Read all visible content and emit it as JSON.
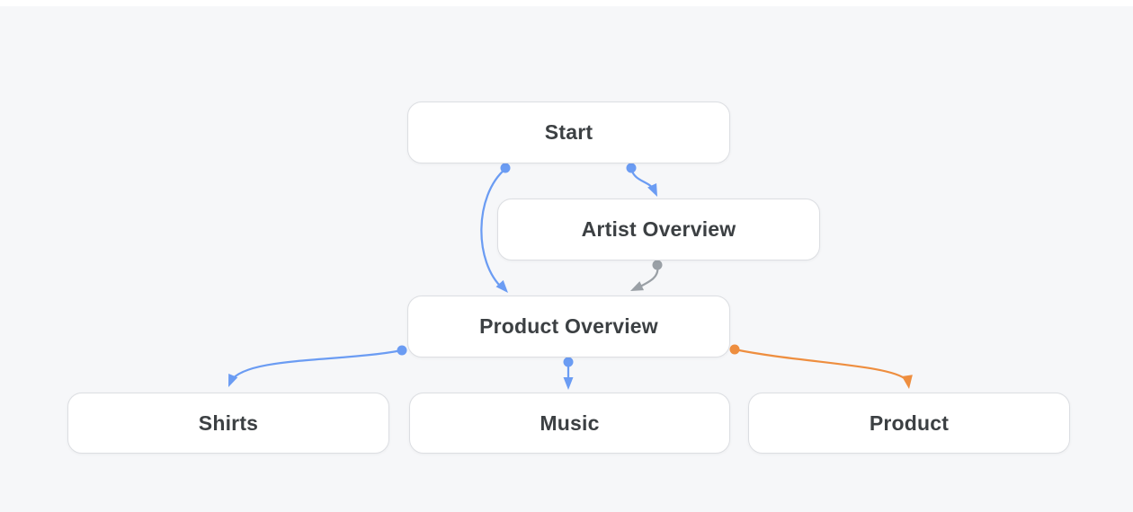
{
  "canvas": {
    "background": "#F6F7F9",
    "top_strip": "#FFFFFF"
  },
  "colors": {
    "edge_blue": "#6B9CF3",
    "edge_gray": "#9AA0A6",
    "edge_orange": "#EE8E3F",
    "node_border": "#DCDEE2",
    "node_background": "#FFFFFF",
    "node_text": "#3C4043"
  },
  "nodes": {
    "start": {
      "label": "Start"
    },
    "artist_overview": {
      "label": "Artist Overview"
    },
    "product_overview": {
      "label": "Product Overview"
    },
    "shirts": {
      "label": "Shirts"
    },
    "music": {
      "label": "Music"
    },
    "product": {
      "label": "Product"
    }
  },
  "edges": [
    {
      "from": "Start",
      "to": "Product Overview",
      "color": "blue",
      "hex": "#6B9CF3"
    },
    {
      "from": "Start",
      "to": "Artist Overview",
      "color": "blue",
      "hex": "#6B9CF3"
    },
    {
      "from": "Artist Overview",
      "to": "Product Overview",
      "color": "gray",
      "hex": "#9AA0A6"
    },
    {
      "from": "Product Overview",
      "to": "Shirts",
      "color": "blue",
      "hex": "#6B9CF3"
    },
    {
      "from": "Product Overview",
      "to": "Music",
      "color": "blue",
      "hex": "#6B9CF3"
    },
    {
      "from": "Product Overview",
      "to": "Product",
      "color": "orange",
      "hex": "#EE8E3F"
    }
  ]
}
